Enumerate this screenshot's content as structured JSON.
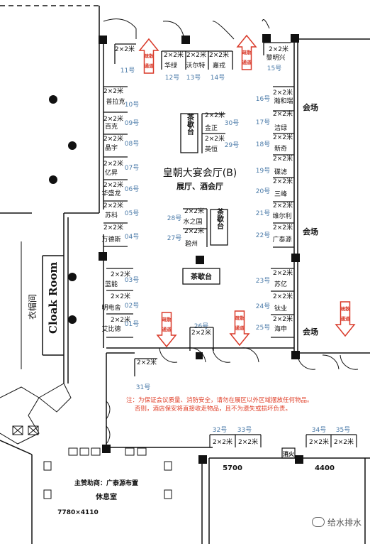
{
  "hall": {
    "title": "皇朝大宴会厅(B)",
    "subtitle": "展厅、酒会厅"
  },
  "tea_stations": [
    "茶歇台",
    "茶歇台",
    "茶歇台"
  ],
  "areas": {
    "huichang": [
      "会场",
      "会场",
      "会场"
    ],
    "cloak_room": "Cloak Room",
    "cloak_cn": "衣帽间",
    "lounge_title": "主赞助商：广泰源布置",
    "lounge_name": "休息室",
    "lounge_size": "7780×4110",
    "fire": "消火"
  },
  "booth_size": "2×2米",
  "booths": [
    {
      "num": "01号",
      "name": "艾比德"
    },
    {
      "num": "02号",
      "name": "明电舍"
    },
    {
      "num": "03号",
      "name": "蓝能"
    },
    {
      "num": "04号",
      "name": "万德斯"
    },
    {
      "num": "05号",
      "name": "苏科"
    },
    {
      "num": "06号",
      "name": "华盛龙"
    },
    {
      "num": "07号",
      "name": "亿昇"
    },
    {
      "num": "08号",
      "name": "晶宇"
    },
    {
      "num": "09号",
      "name": "百克"
    },
    {
      "num": "10号",
      "name": "普拉克"
    },
    {
      "num": "11号",
      "name": ""
    },
    {
      "num": "12号",
      "name": "华绿"
    },
    {
      "num": "13号",
      "name": "沃尔特"
    },
    {
      "num": "14号",
      "name": "嘉戎"
    },
    {
      "num": "15号",
      "name": "黎明兴"
    },
    {
      "num": "16号",
      "name": "瀚和瑞"
    },
    {
      "num": "17号",
      "name": "洁绿"
    },
    {
      "num": "18号",
      "name": "新奇"
    },
    {
      "num": "19号",
      "name": "碟滤"
    },
    {
      "num": "20号",
      "name": "三峰"
    },
    {
      "num": "21号",
      "name": "维尔利"
    },
    {
      "num": "22号",
      "name": "广泰源"
    },
    {
      "num": "23号",
      "name": "苏亿"
    },
    {
      "num": "24号",
      "name": "钛业"
    },
    {
      "num": "25号",
      "name": "海申"
    },
    {
      "num": "26号",
      "name": ""
    },
    {
      "num": "27号",
      "name": "碧州"
    },
    {
      "num": "28号",
      "name": "水之国"
    },
    {
      "num": "29号",
      "name": "英恒"
    },
    {
      "num": "30号",
      "name": "金正"
    },
    {
      "num": "31号",
      "name": ""
    },
    {
      "num": "32号",
      "name": ""
    },
    {
      "num": "33号",
      "name": ""
    },
    {
      "num": "34号",
      "name": ""
    },
    {
      "num": "35号",
      "name": ""
    }
  ],
  "arrows": [
    "疏散通道",
    "疏散通道",
    "疏散通道",
    "疏散通道",
    "疏散通道"
  ],
  "note": [
    "注：为保证会议质量、消防安全，请勿在展区以外区域摆放任何物品。",
    "否则，酒店保安将直接收走物品，且不为遗失或损坏负责。"
  ],
  "dims": [
    "5700",
    "4400"
  ],
  "watermark": "给水排水",
  "icons": [
    "wechat-icon"
  ]
}
